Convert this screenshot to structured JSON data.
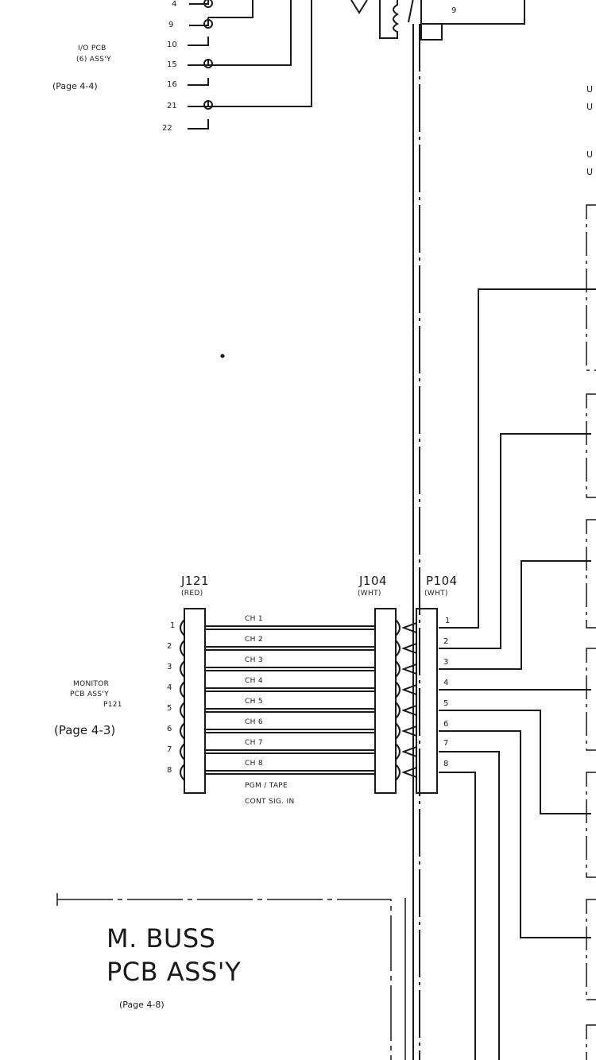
{
  "io_block": {
    "title1": "I/O PCB",
    "title2": "(6) ASS'Y",
    "page": "(Page 4-4)",
    "pins": [
      "4",
      "9",
      "10",
      "15",
      "16",
      "21",
      "22"
    ],
    "connector_pin": "9"
  },
  "right_edge": [
    "U",
    "U",
    "U",
    "U"
  ],
  "connectors": {
    "j121": {
      "name": "J121",
      "color": "(RED)"
    },
    "j104": {
      "name": "J104",
      "color": "(WHT)"
    },
    "p104": {
      "name": "P104",
      "color": "(WHT)"
    }
  },
  "monitor": {
    "line1": "MONITOR",
    "line2": "PCB ASS'Y",
    "line3": "P121",
    "page": "(Page 4-3)"
  },
  "left_pins": [
    "1",
    "2",
    "3",
    "4",
    "5",
    "6",
    "7",
    "8"
  ],
  "channels": [
    "CH 1",
    "CH 2",
    "CH 3",
    "CH 4",
    "CH 5",
    "CH 6",
    "CH 7",
    "CH 8"
  ],
  "right_pins": [
    "1",
    "2",
    "3",
    "4",
    "5",
    "6",
    "7",
    "8"
  ],
  "signal": {
    "line1": "PGM / TAPE",
    "line2": "CONT SIG. IN"
  },
  "mbuss": {
    "line1": "M. BUSS",
    "line2": "PCB ASS'Y",
    "page": "(Page 4-8)"
  }
}
